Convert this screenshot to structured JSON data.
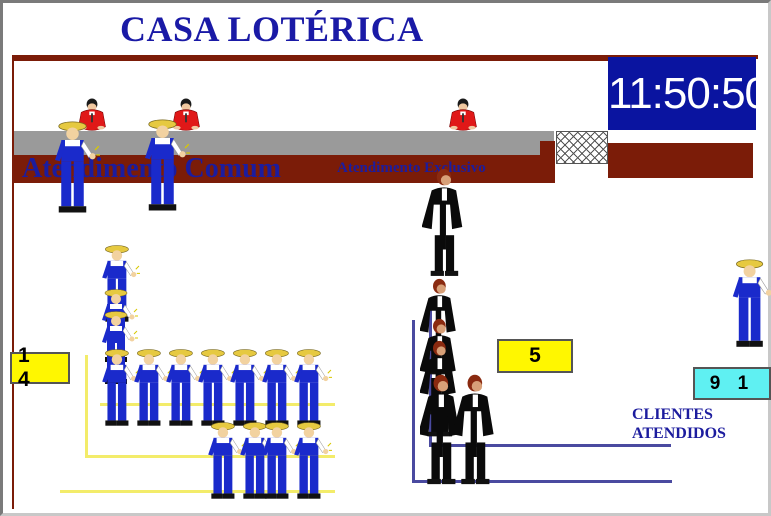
{
  "title": "CASA LOTÉRICA",
  "clock": "11:50:50",
  "counter": {
    "common_label": "Atendimento Comum",
    "exclusive_label": "Atendimento Exclusivo"
  },
  "queues": {
    "common_count": "1 4",
    "exclusive_count": "5"
  },
  "served": {
    "count": "9 1",
    "label_line1": "CLIENTES",
    "label_line2": "ATENDIDOS"
  },
  "colors": {
    "title": "#1a1aa6",
    "wall": "#7b1c08",
    "clock_bg": "#0a14a0",
    "counter_box": "#fff700",
    "served_box": "#5ff0f2",
    "worker_overalls": "#1a2acb",
    "teller_shirt": "#e01818",
    "suit": "#0a0a0a"
  },
  "icons": {
    "worker": "worker-icon",
    "teller": "teller-icon",
    "executive": "executive-icon",
    "net": "net-icon"
  }
}
